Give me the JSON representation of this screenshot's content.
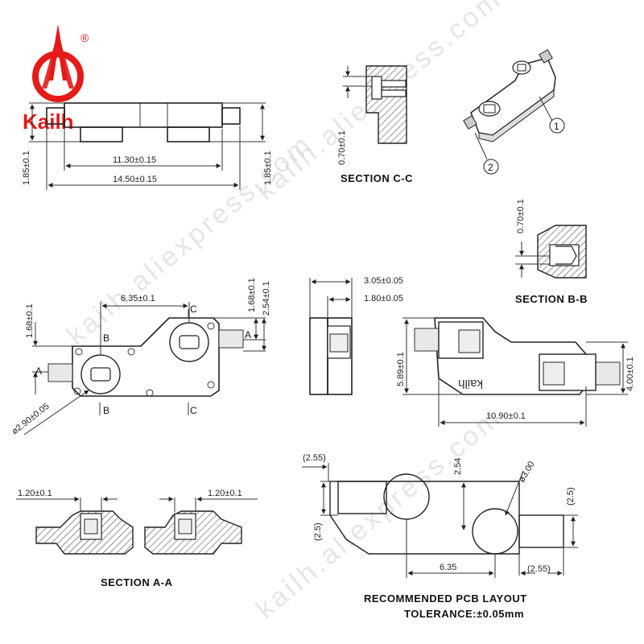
{
  "brand": {
    "name": "Kailh",
    "registered_mark": "®",
    "color": "#e41b17"
  },
  "watermarks": [
    "kailh.aliexpress.com",
    "kailh.aliexpress.com",
    "kailh.aliexpress.com"
  ],
  "top_view": {
    "width_inner": "11.30±0.15",
    "width_outer": "14.50±0.15",
    "height_left": "1.85±0.1",
    "height_right": "1.85±0.1"
  },
  "section_cc": {
    "label": "SECTION C-C",
    "dim": "0.70±0.1"
  },
  "iso_view": {
    "callout_1": "1",
    "callout_2": "2"
  },
  "section_bb": {
    "label": "SECTION B-B",
    "dim": "0.70±0.1"
  },
  "front_view": {
    "pitch": "6.35±0.1",
    "height_left": "1.68±0.1",
    "height_right_a": "1.68±0.1",
    "height_right_b": "2.54±0.1",
    "hole_dia": "ø2.90±0.05",
    "mark_a_left": "A",
    "mark_a_right": "A",
    "mark_b_top": "B",
    "mark_b_bottom": "B",
    "mark_c_top": "C",
    "mark_c_bottom": "C"
  },
  "side_view": {
    "outer": "3.05±0.05",
    "inner": "1.80±0.05"
  },
  "back_view": {
    "height_left": "5.89±0.1",
    "height_right": "4.00±0.1",
    "width": "10.90±0.1",
    "marking": "kailh"
  },
  "section_aa": {
    "label": "SECTION A-A",
    "dim_left": "1.20±0.1",
    "dim_right": "1.20±0.1"
  },
  "pcb_layout": {
    "title": "RECOMMENDED PCB LAYOUT",
    "tolerance": "TOLERANCE:±0.05mm",
    "top_left": "(2.55)",
    "top_vertical": "2.54",
    "hole_dia": "ø3.00",
    "left_vertical": "(2.5)",
    "right_vertical": "(2.5)",
    "pitch": "6.35",
    "bottom_right": "(2.55)"
  }
}
